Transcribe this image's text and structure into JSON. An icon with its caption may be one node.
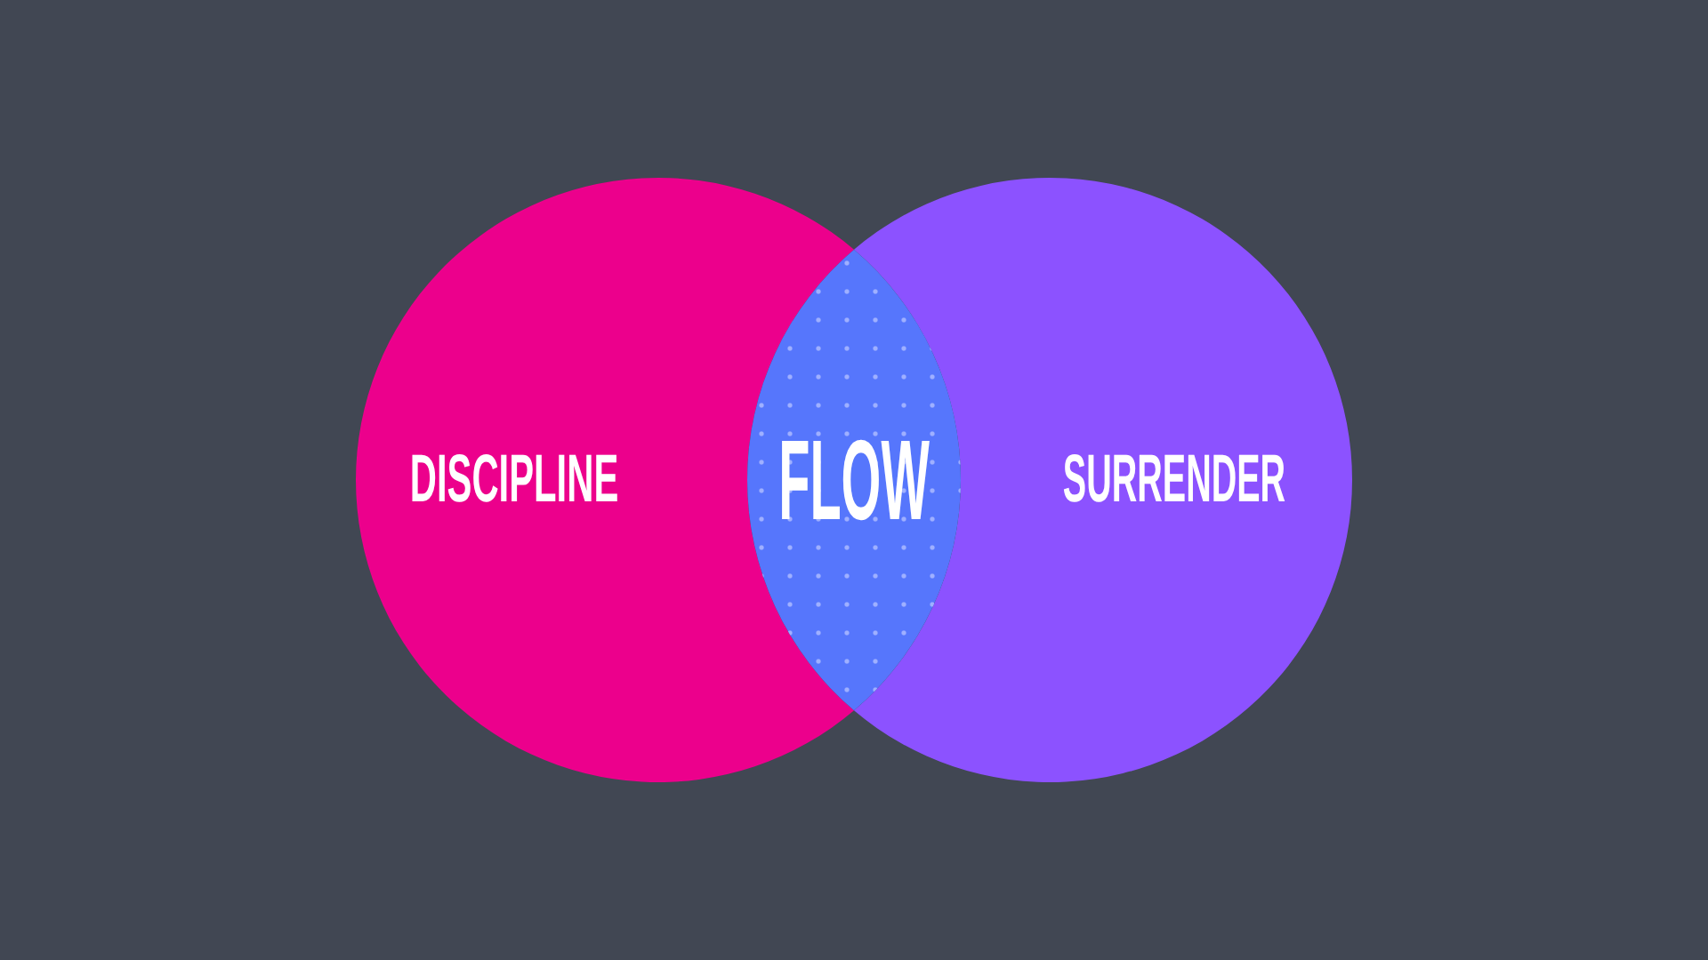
{
  "diagram": {
    "nodes": [
      {
        "text": [
          "DISCIPLINE"
        ]
      },
      {
        "text": [
          "SURRENDER"
        ]
      },
      {
        "text": [
          "FLOW"
        ]
      }
    ]
  }
}
